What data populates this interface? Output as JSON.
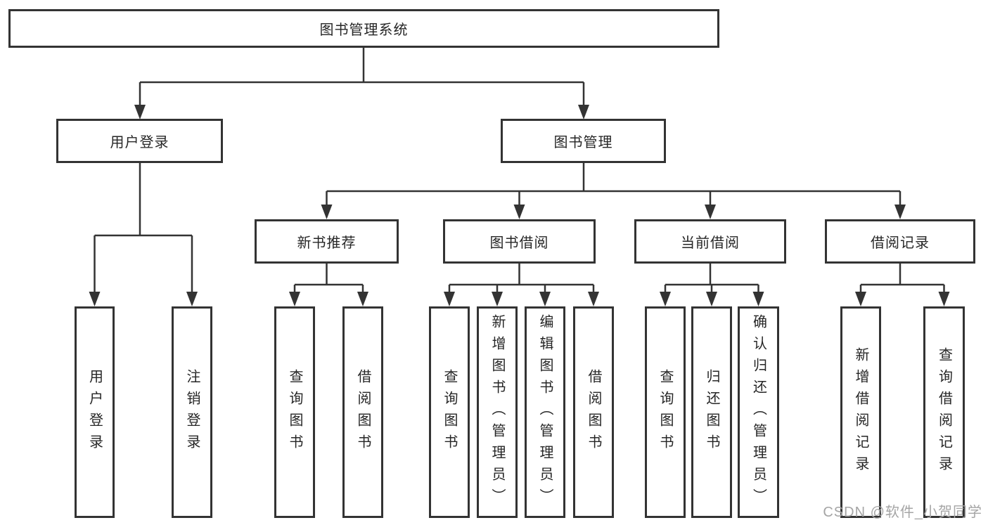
{
  "diagram_title": "图书管理系统",
  "colors": {
    "line": "#333333",
    "box_border": "#333333",
    "box_background": "#ffffff",
    "text": "#262626",
    "watermark": "#a5a5a5"
  },
  "tree": {
    "label": "图书管理系统",
    "children": [
      {
        "label": "用户登录",
        "children": [
          {
            "label": "用户登录"
          },
          {
            "label": "注销登录"
          }
        ]
      },
      {
        "label": "图书管理",
        "children": [
          {
            "label": "新书推荐",
            "children": [
              {
                "label": "查询图书"
              },
              {
                "label": "借阅图书"
              }
            ]
          },
          {
            "label": "图书借阅",
            "children": [
              {
                "label": "查询图书"
              },
              {
                "label": "新增图书（管理员）"
              },
              {
                "label": "编辑图书（管理员）"
              },
              {
                "label": "借阅图书"
              }
            ]
          },
          {
            "label": "当前借阅",
            "children": [
              {
                "label": "查询图书"
              },
              {
                "label": "归还图书"
              },
              {
                "label": "确认归还（管理员）"
              }
            ]
          },
          {
            "label": "借阅记录",
            "children": [
              {
                "label": "新增借阅记录"
              },
              {
                "label": "查询借阅记录"
              }
            ]
          }
        ]
      }
    ]
  },
  "watermark": "CSDN @软件_小贺同学"
}
